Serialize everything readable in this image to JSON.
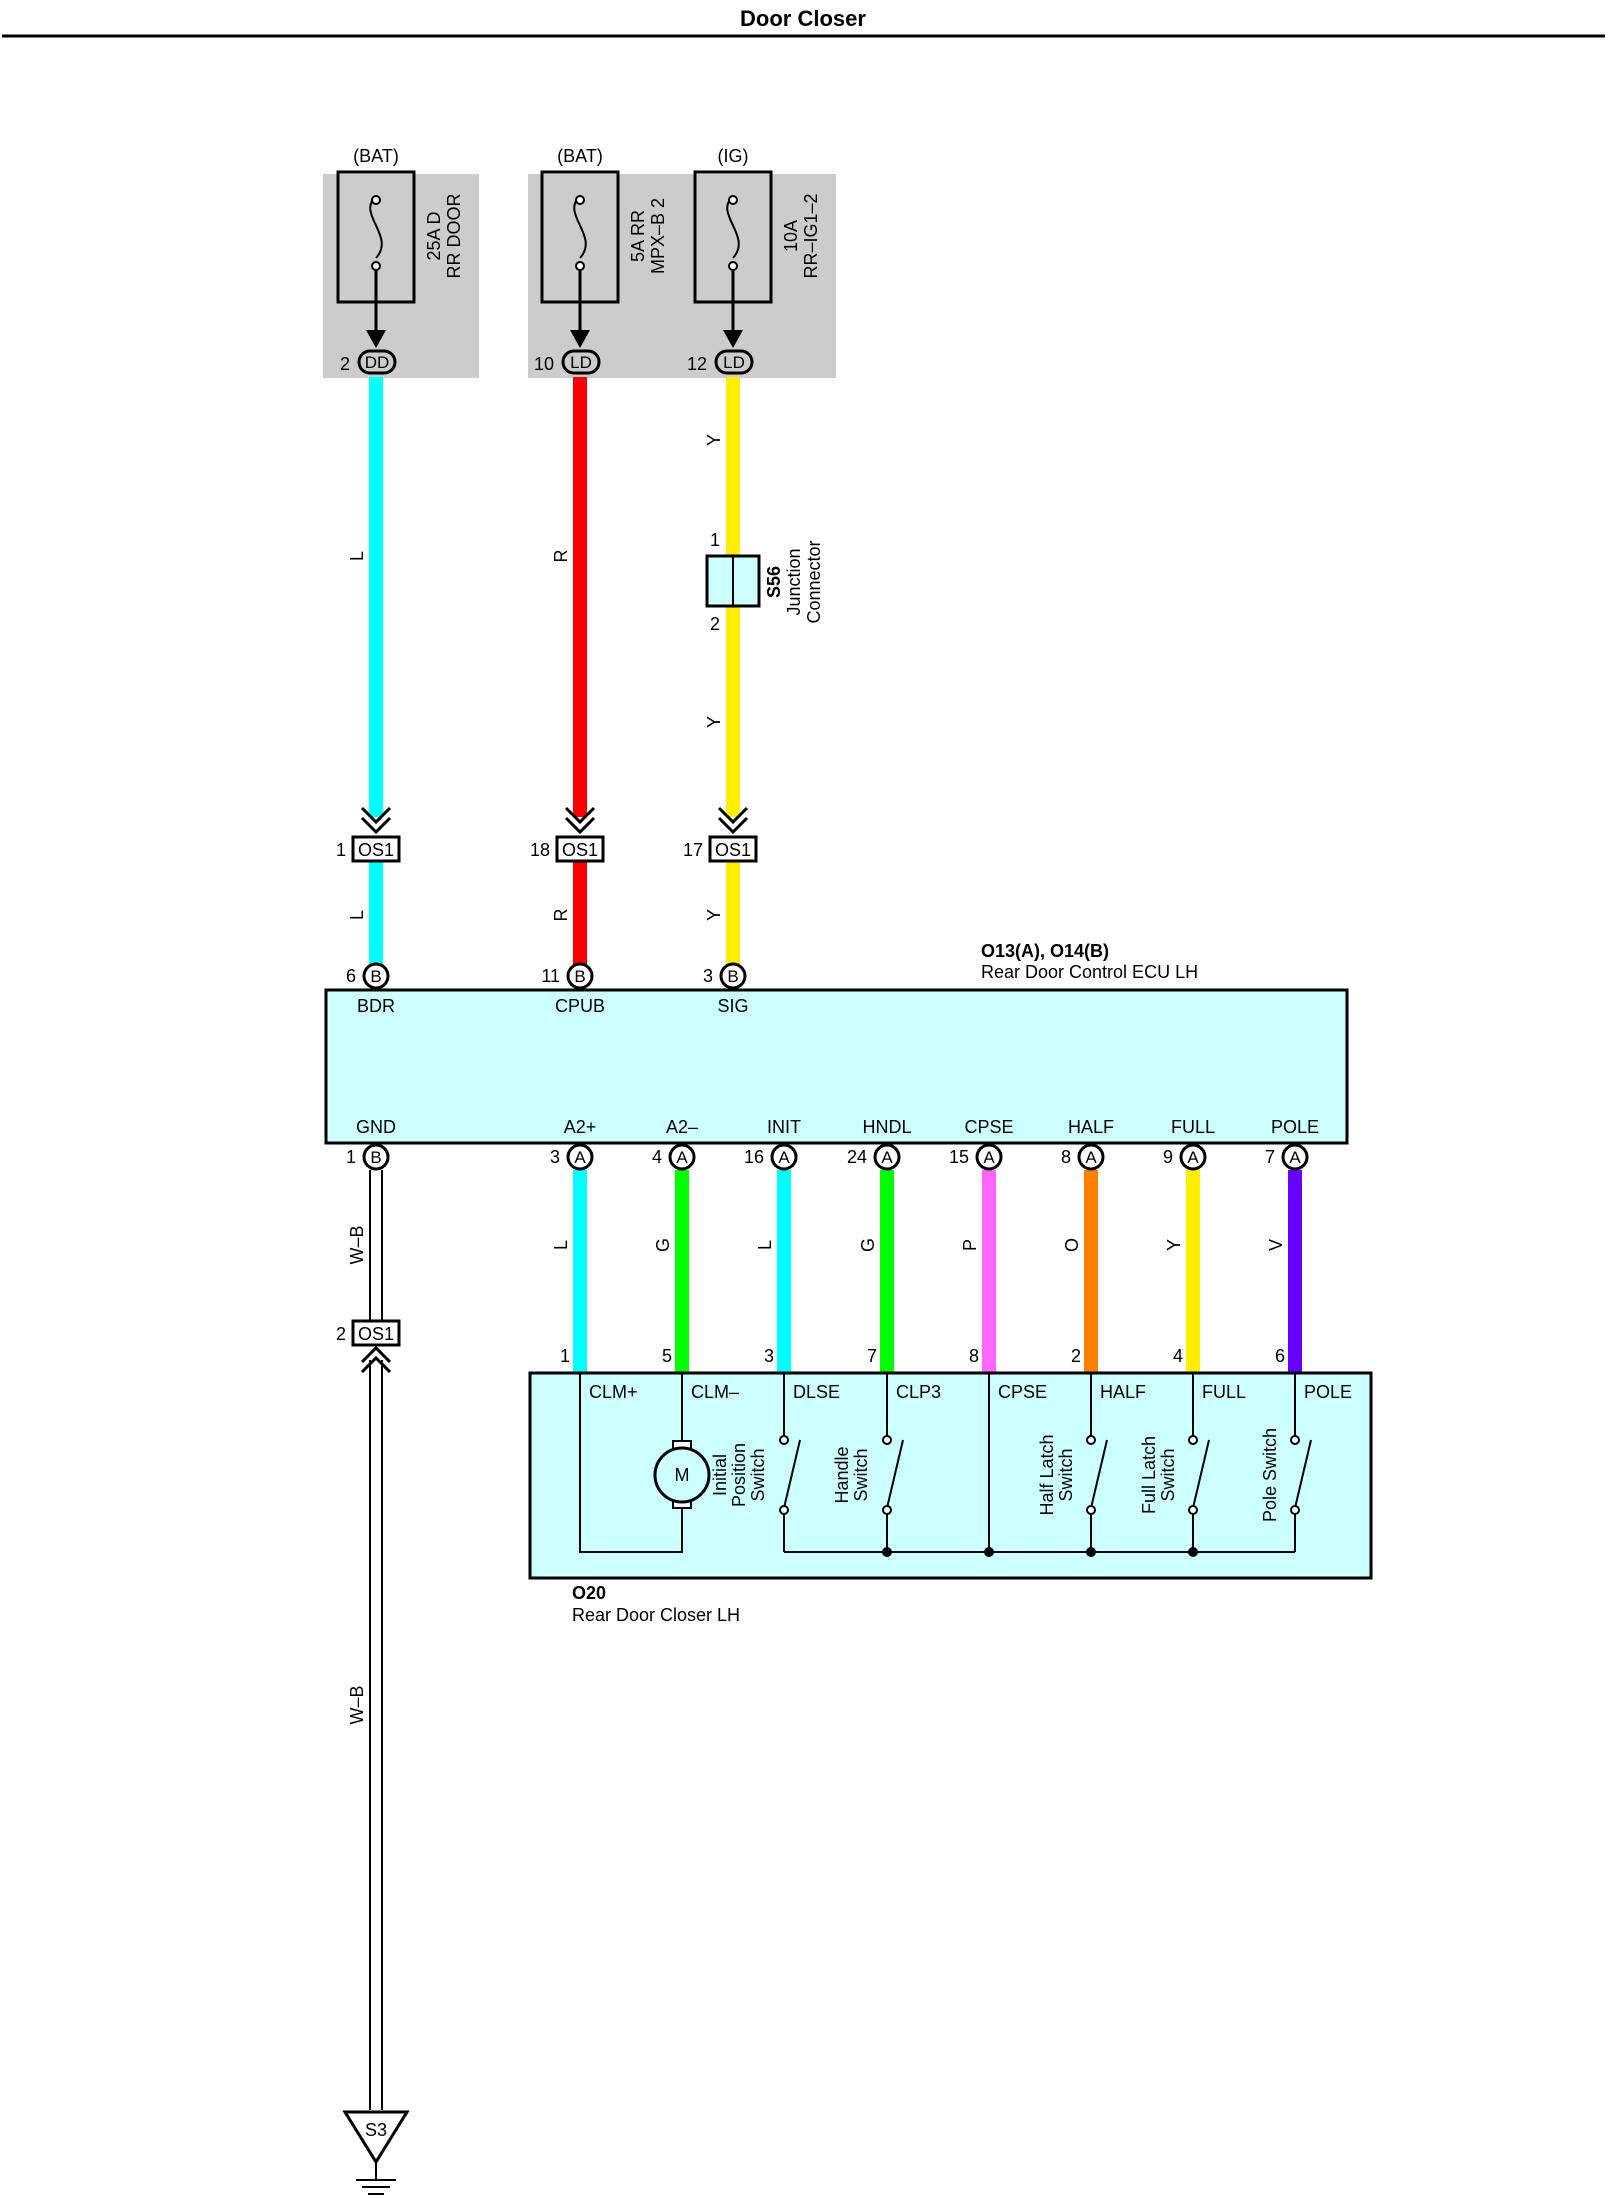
{
  "title": "Door Closer",
  "colors": {
    "L": "#00ffff",
    "R": "#ff0000",
    "Y": "#ffee00",
    "G": "#00ff00",
    "P": "#ff66ff",
    "O": "#ff8000",
    "V": "#6600ff",
    "ecu_fill": "#ccffff",
    "fuse_block": "#cccccc"
  },
  "fuses": [
    {
      "source": "(BAT)",
      "rating": "25A D",
      "name": "RR DOOR",
      "pin": "2",
      "connector": "DD"
    },
    {
      "source": "(BAT)",
      "rating": "5A RR",
      "name": "MPX–B 2",
      "pin": "10",
      "connector": "LD"
    },
    {
      "source": "(IG)",
      "rating": "10A",
      "name": "RR–IG1–2",
      "pin": "12",
      "connector": "LD"
    }
  ],
  "junction": {
    "id": "S56",
    "name_line1": "Junction",
    "name_line2": "Connector",
    "pin_top": "1",
    "pin_bottom": "2"
  },
  "inline_connector": "OS1",
  "upper_wires": [
    {
      "color_code": "L",
      "os1_pin": "1",
      "ecu_pin": "6",
      "ecu_conn": "B",
      "terminal": "BDR"
    },
    {
      "color_code": "R",
      "os1_pin": "18",
      "ecu_pin": "11",
      "ecu_conn": "B",
      "terminal": "CPUB"
    },
    {
      "color_code": "Y",
      "os1_pin": "17",
      "ecu_pin": "3",
      "ecu_conn": "B",
      "terminal": "SIG"
    }
  ],
  "ecu": {
    "id": "O13(A), O14(B)",
    "name": "Rear Door Control ECU LH",
    "gnd_label": "GND",
    "gnd_pin": "1",
    "gnd_conn": "B"
  },
  "lower_wires": [
    {
      "terminal": "A2+",
      "ecu_pin": "3",
      "ecu_conn": "A",
      "color_code": "L",
      "closer_pin": "1",
      "closer_terminal": "CLM+"
    },
    {
      "terminal": "A2–",
      "ecu_pin": "4",
      "ecu_conn": "A",
      "color_code": "G",
      "closer_pin": "5",
      "closer_terminal": "CLM–"
    },
    {
      "terminal": "INIT",
      "ecu_pin": "16",
      "ecu_conn": "A",
      "color_code": "L",
      "closer_pin": "3",
      "closer_terminal": "DLSE"
    },
    {
      "terminal": "HNDL",
      "ecu_pin": "24",
      "ecu_conn": "A",
      "color_code": "G",
      "closer_pin": "7",
      "closer_terminal": "CLP3"
    },
    {
      "terminal": "CPSE",
      "ecu_pin": "15",
      "ecu_conn": "A",
      "color_code": "P",
      "closer_pin": "8",
      "closer_terminal": "CPSE"
    },
    {
      "terminal": "HALF",
      "ecu_pin": "8",
      "ecu_conn": "A",
      "color_code": "O",
      "closer_pin": "2",
      "closer_terminal": "HALF"
    },
    {
      "terminal": "FULL",
      "ecu_pin": "9",
      "ecu_conn": "A",
      "color_code": "Y",
      "closer_pin": "4",
      "closer_terminal": "FULL"
    },
    {
      "terminal": "POLE",
      "ecu_pin": "7",
      "ecu_conn": "A",
      "color_code": "V",
      "closer_pin": "6",
      "closer_terminal": "POLE"
    }
  ],
  "ground_wire": {
    "color_code": "W–B",
    "os1_pin": "2",
    "ground_point": "S3"
  },
  "closer": {
    "id": "O20",
    "name": "Rear Door Closer LH",
    "motor_label": "M",
    "switches": {
      "initial_position": [
        "Initial",
        "Position",
        "Switch"
      ],
      "handle": [
        "Handle",
        "Switch"
      ],
      "half_latch": [
        "Half Latch",
        "Switch"
      ],
      "full_latch": [
        "Full Latch",
        "Switch"
      ],
      "pole": [
        "Pole Switch"
      ]
    }
  }
}
